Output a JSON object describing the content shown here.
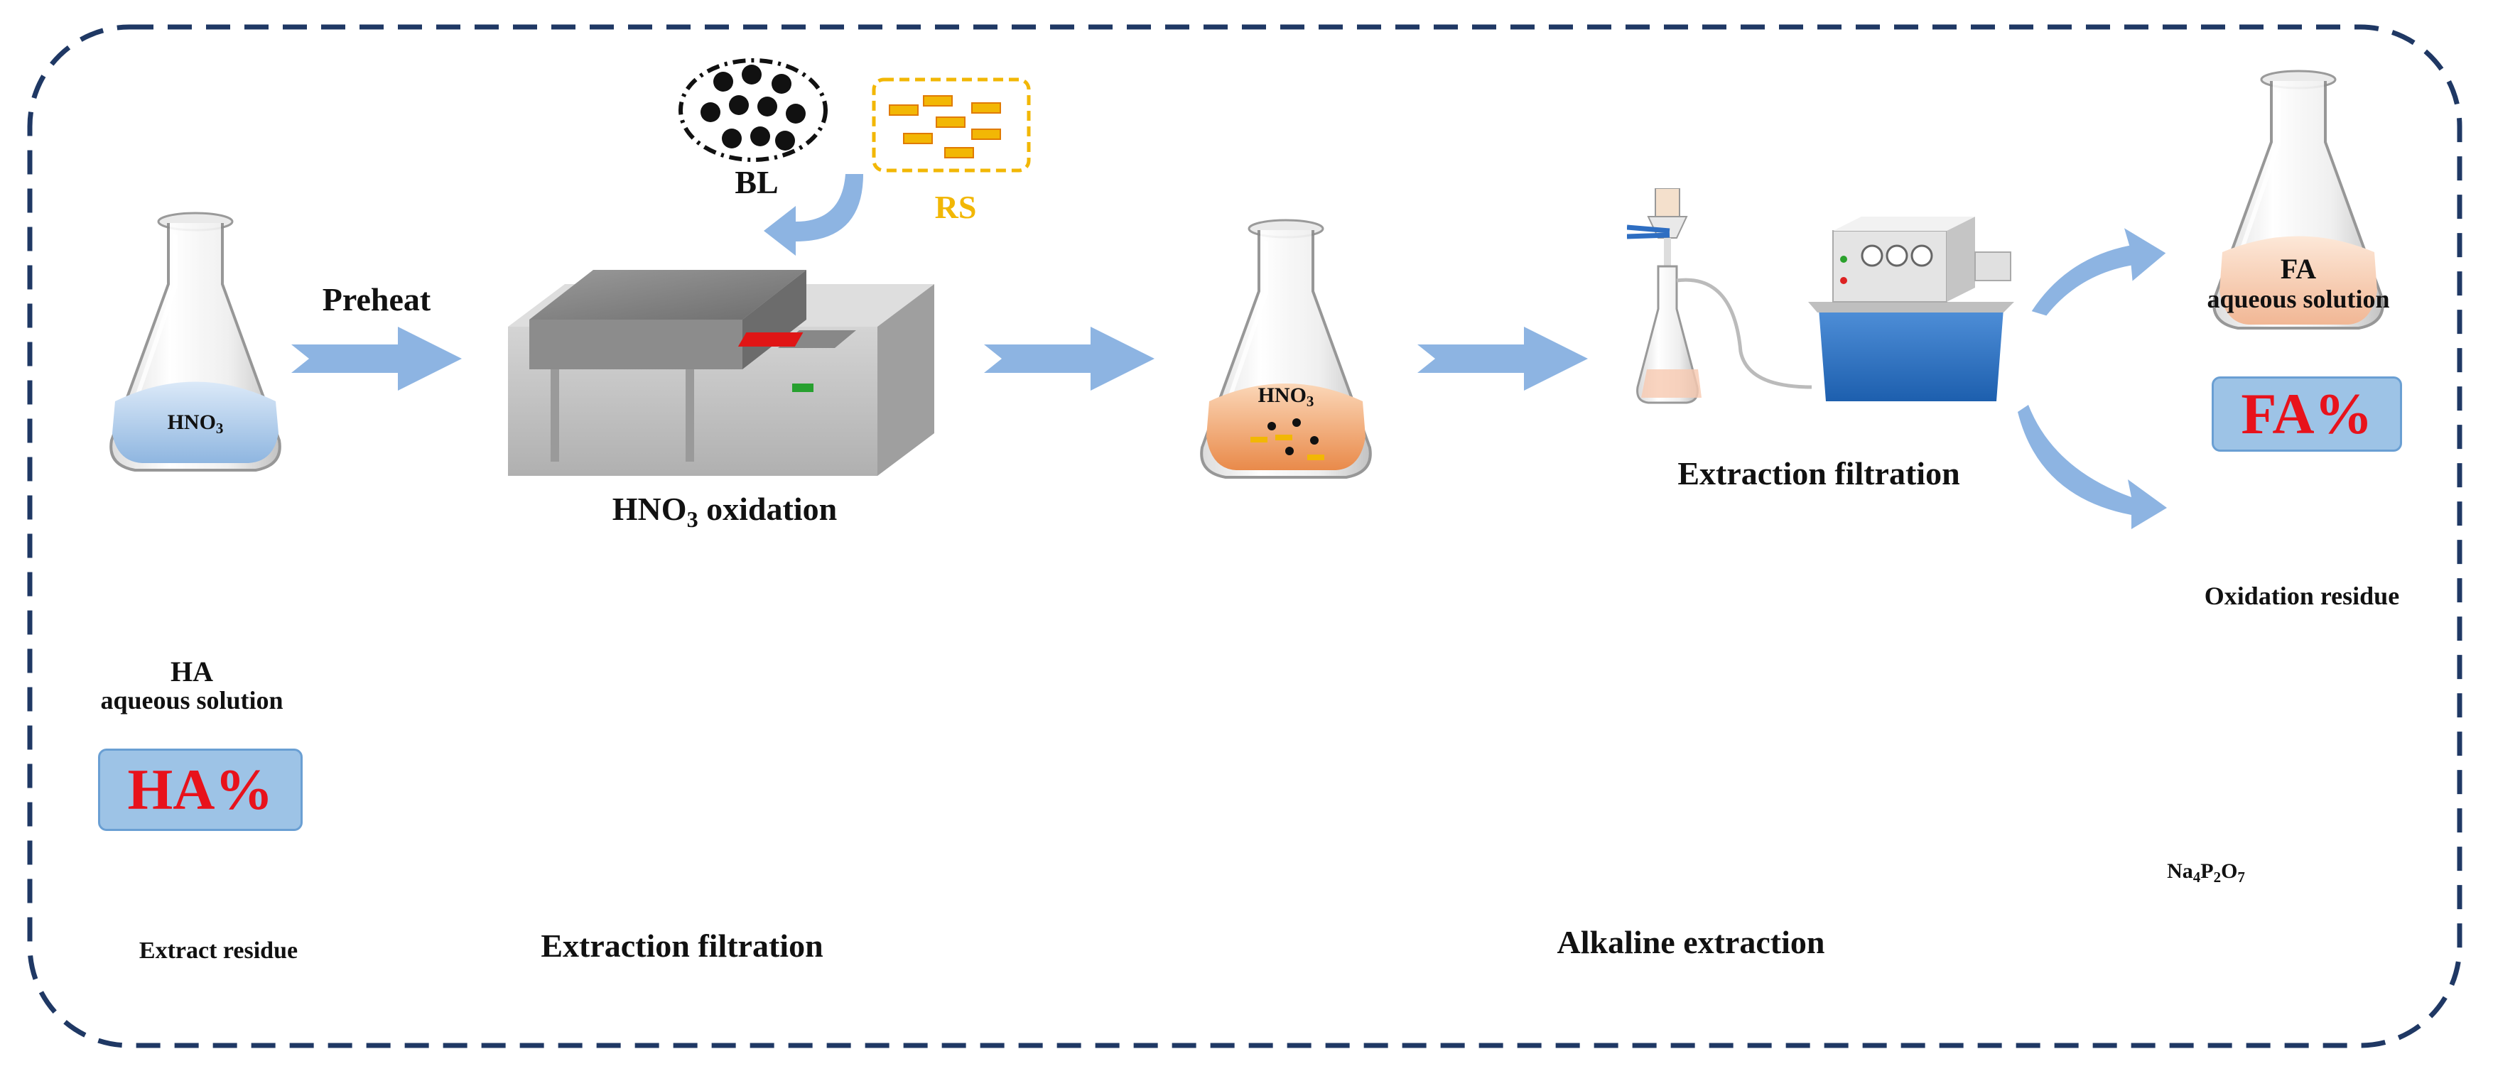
{
  "labels": {
    "bl": "BL",
    "rs": "RS",
    "preheat": "Preheat",
    "hno3_oxidation": "HNO3 oxidation",
    "extraction_filtration_top": "Extraction filtration",
    "fa_solution_line1": "FA",
    "fa_solution_line2": "aqueous solution",
    "fa_percent": "FA%",
    "oxidation_residue": "Oxidation residue",
    "hno3_flask_start": "HNO3",
    "hno3_flask_mid": "HNO3",
    "na4p2o7": "Na4P2O7",
    "alkaline_extraction": "Alkaline extraction",
    "extraction_filtration_bottom": "Extraction filtration",
    "ha_solution_line1": "HA",
    "ha_solution_line2": "aqueous solution",
    "ha_percent": "HA%",
    "extract_residue": "Extract residue"
  },
  "colors": {
    "border_dash": "#1f3864",
    "arrow": "#8db4e2",
    "badge_fill": "#9dc3e6",
    "badge_text": "#e8121b",
    "rs_text": "#f2b705",
    "hno3_liquid": "#b9d6f2",
    "fa_liquid": "#f7c9b0",
    "ha_liquid": "#b5541c",
    "alkaline_liquid": "#a8d88a",
    "orange_liquid": "#f0a272"
  }
}
